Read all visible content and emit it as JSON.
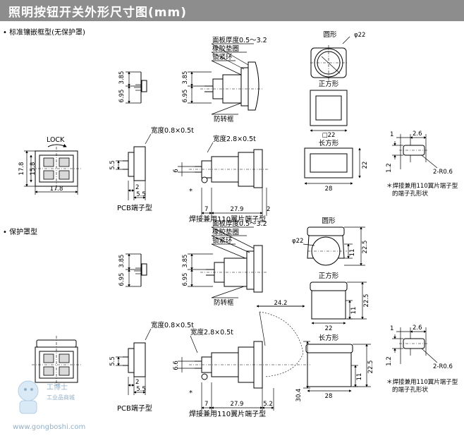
{
  "header": {
    "title": "照明按钮开关外形尺寸图(mm)"
  },
  "sections": {
    "standard": {
      "label": "• 标准镶嵌框型(无保护罩)"
    },
    "guard": {
      "label": "• 保护罩型"
    }
  },
  "callouts": {
    "panel_thickness": "面板厚度0.5～3.2",
    "rubber_gasket": "橡胶垫圈",
    "lock_ring": "锁紧环",
    "anti_rotation_frame": "防转框",
    "pcb_width": "宽度0.8×0.5t",
    "solder_width": "宽度2.8×0.5t",
    "lock": "LOCK",
    "hole_note_line1": "＊焊接兼用110翼片端子型",
    "hole_note_line2": "的端子孔形状"
  },
  "terminal_types": {
    "pcb": "PCB端子型",
    "solder": "焊接兼用110翼片端子型"
  },
  "shapes": {
    "round": "圆形",
    "square": "正方形",
    "rect": "长方形"
  },
  "dimensions": {
    "d385": "3.85",
    "d695": "6.95",
    "d178": "17.8",
    "d158": "15.8",
    "d55": "5.5",
    "d2": "2",
    "d6": "6",
    "d66": "6.6",
    "d7": "7",
    "d279": "27.9",
    "d52": "5.2",
    "dia22": "φ22",
    "sq22": "□22",
    "d28": "28",
    "d22": "22",
    "d11": "11",
    "d225": "22.5",
    "d242": "24.2",
    "d304": "30.4",
    "d1": "1",
    "d26": "2.6",
    "d12": "1.2",
    "r06": "2-R0.6"
  },
  "watermark": {
    "text": "www.gongboshi.com",
    "brand": "工博士",
    "sub": "工业品商城"
  }
}
